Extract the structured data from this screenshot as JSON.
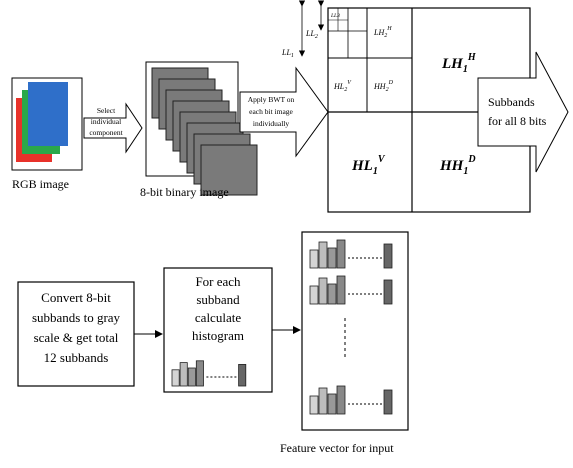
{
  "rgb_label": "RGB image",
  "select_label": [
    "Select",
    "individual",
    "component"
  ],
  "binary_label": "8-bit binary image",
  "apply_label": [
    "Apply BWT on",
    "each bit image",
    "individually"
  ],
  "wavelet": {
    "ll2_axis": "LL",
    "ll2_axis_sub": "2",
    "ll1_axis": "LL",
    "ll1_axis_sub": "1",
    "ll3": "LL3",
    "lh2": "LH",
    "lh2_sub": "2",
    "lh2_sup": "H",
    "hl2": "HL",
    "hl2_sub": "2",
    "hl2_sup": "V",
    "hh2": "HH",
    "hh2_sub": "2",
    "hh2_sup": "D",
    "lh1": "LH",
    "lh1_sub": "1",
    "lh1_sup": "H",
    "hl1": "HL",
    "hl1_sub": "1",
    "hl1_sup": "V",
    "hh1": "HH",
    "hh1_sub": "1",
    "hh1_sup": "D"
  },
  "subbands_label": [
    "Subbands",
    "for all 8 bits"
  ],
  "convert_label": [
    "Convert 8-bit",
    "subbands to gray",
    "scale & get total",
    "12 subbands"
  ],
  "histogram_label": [
    "For each",
    "subband",
    "calculate",
    "histogram"
  ],
  "feature_label": "Feature vector for input",
  "colors": {
    "red": "#e8322a",
    "green": "#2aa84a",
    "blue": "#2f6fc9"
  }
}
